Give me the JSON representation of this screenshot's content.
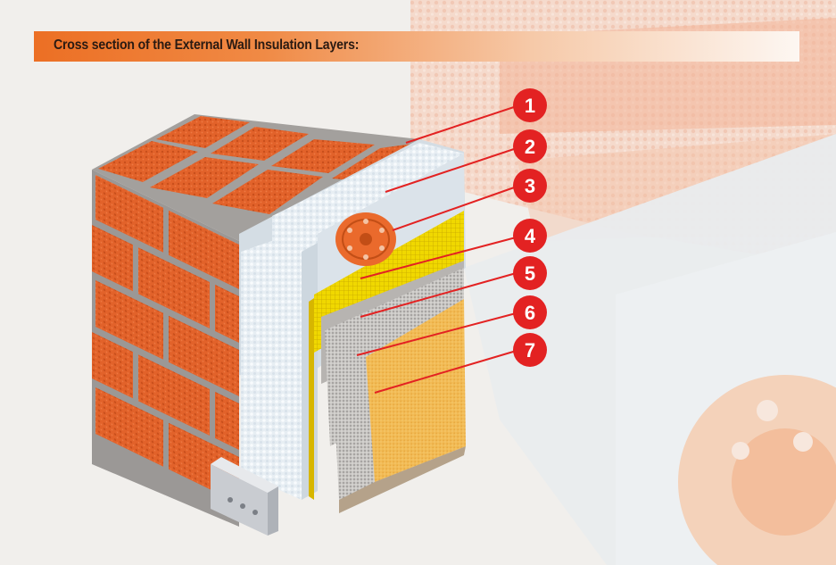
{
  "header": {
    "title": "Cross section of the External Wall Insulation Layers:"
  },
  "colors": {
    "banner_start": "#ec6f24",
    "brick": "#e2622a",
    "mortar": "#9b9896",
    "insulation": "#e6edf2",
    "mesh_yellow": "#f0d800",
    "base_coat": "#c9c6c2",
    "render": "#f2bb55",
    "callout_red": "#e32222"
  },
  "layers": [
    {
      "number": "1",
      "icon": "brick-wall-layer"
    },
    {
      "number": "2",
      "icon": "insulation-board-layer"
    },
    {
      "number": "3",
      "icon": "fixing-anchor-layer"
    },
    {
      "number": "4",
      "icon": "reinforcing-mesh-layer"
    },
    {
      "number": "5",
      "icon": "base-coat-layer"
    },
    {
      "number": "6",
      "icon": "primer-layer"
    },
    {
      "number": "7",
      "icon": "finish-render-layer"
    }
  ]
}
